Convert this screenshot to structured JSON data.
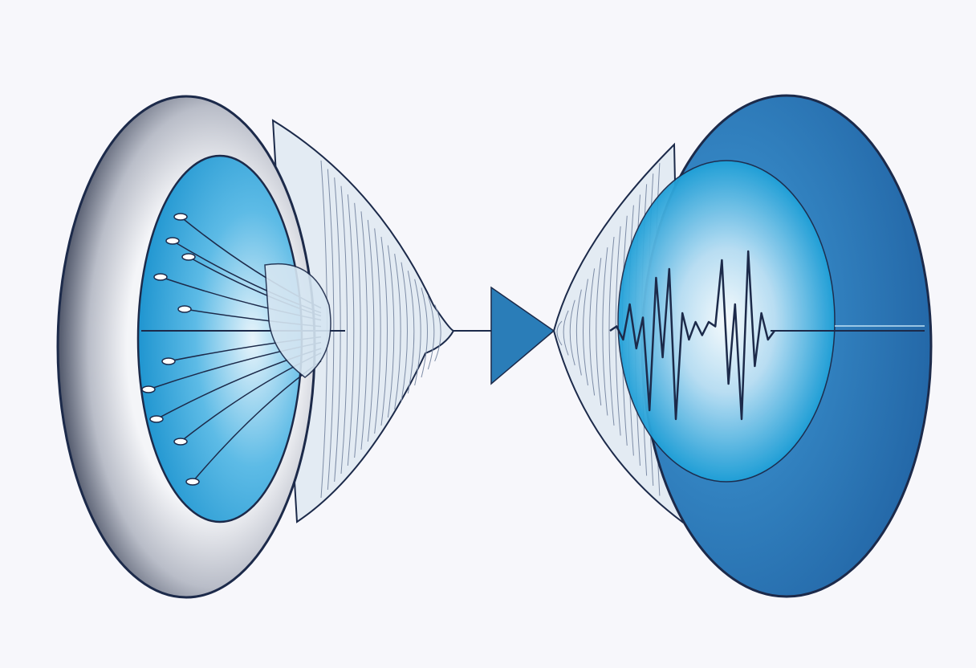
{
  "illustration": {
    "subject": "sound-to-signal",
    "colors": {
      "background": "#f7f7fb",
      "outline": "#1c2a4a",
      "shell_gray": "#5b6275",
      "inner_blue": "#2a9fd8",
      "deep_blue": "#2f7fc0",
      "arrow_blue": "#2a7db8"
    },
    "waveform_samples": [
      0,
      0.05,
      -0.1,
      0.3,
      -0.2,
      0.15,
      -0.9,
      0.6,
      -0.3,
      0.7,
      -1,
      0.2,
      -0.1,
      0.1,
      -0.05,
      0.1,
      0.05,
      0.8,
      -0.6,
      0.3,
      -1,
      0.9,
      -0.4,
      0.2,
      -0.1,
      0
    ]
  }
}
